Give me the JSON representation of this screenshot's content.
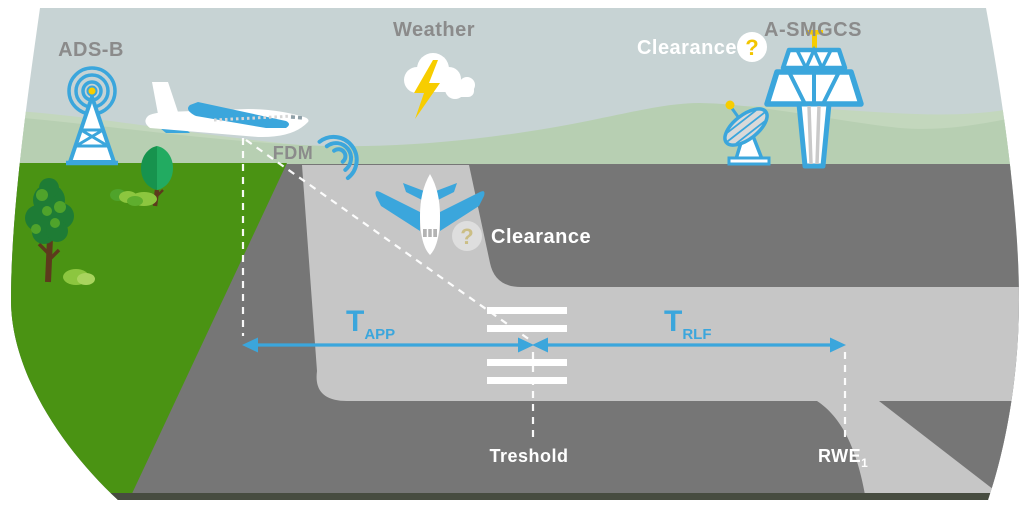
{
  "diagram": {
    "labels": {
      "ads_b": "ADS-B",
      "weather": "Weather",
      "a_smgcs": "A-SMGCS",
      "fdm": "FDM"
    },
    "clearance_air": {
      "label": "Clearance",
      "question": "?"
    },
    "clearance_ground": {
      "label": "Clearance",
      "question": "?"
    },
    "measurements": {
      "t_app": {
        "symbol": "T",
        "subscript": "APP",
        "meaning": "approach segment: aircraft position to threshold"
      },
      "t_rlf": {
        "symbol": "T",
        "subscript": "RLF",
        "meaning": "runway segment: threshold to runway exit RWE1"
      }
    },
    "runway": {
      "threshold_label": "Treshold",
      "exit": {
        "label": "RWE",
        "subscript": "1"
      }
    },
    "colors": {
      "accent_blue": "#3ba6dc",
      "accent_yellow": "#f7cd00",
      "sky": "#c7d3d4",
      "hill_green": "#b7cfb2",
      "hill_green_light": "#c3d7bd",
      "field_green": "#4a9313",
      "apron_dark_gray": "#767676",
      "runway_light_gray": "#c6c6c6",
      "label_gray": "#8b8b8b",
      "label_white": "#ffffff",
      "bottom_edge": "#474c40"
    }
  }
}
